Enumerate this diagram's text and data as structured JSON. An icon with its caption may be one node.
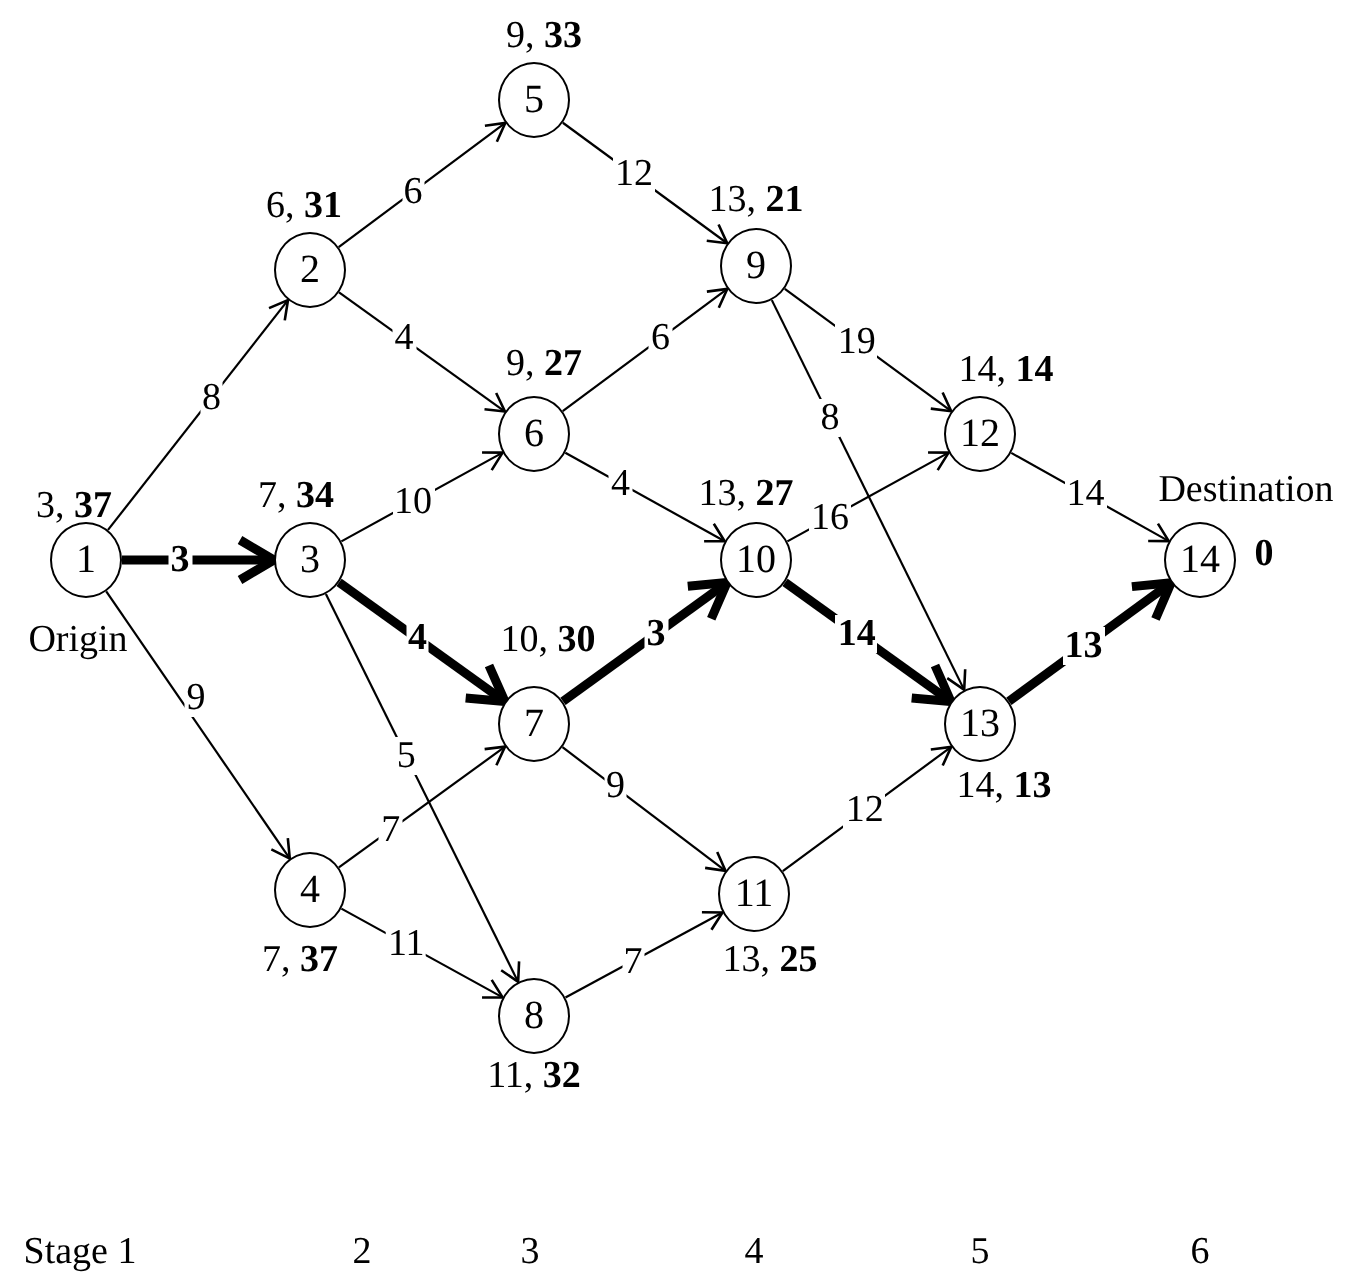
{
  "diagram": {
    "nodes": [
      {
        "text": [
          "1"
        ],
        "beside": [
          "3, **37**",
          "Origin"
        ]
      },
      {
        "text": [
          "2"
        ],
        "beside": [
          "6, **31**"
        ]
      },
      {
        "text": [
          "3"
        ],
        "beside": [
          "7, **34**"
        ]
      },
      {
        "text": [
          "4"
        ],
        "beside": [
          "7, **37**"
        ]
      },
      {
        "text": [
          "5"
        ],
        "beside": [
          "9, **33**"
        ]
      },
      {
        "text": [
          "6"
        ],
        "beside": [
          "9, **27**"
        ]
      },
      {
        "text": [
          "7"
        ],
        "beside": [
          "10, **30**"
        ]
      },
      {
        "text": [
          "8"
        ],
        "beside": [
          "11, **32**"
        ]
      },
      {
        "text": [
          "9"
        ],
        "beside": [
          "13, **21**"
        ]
      },
      {
        "text": [
          "10"
        ],
        "beside": [
          "13, **27**"
        ]
      },
      {
        "text": [
          "11"
        ],
        "beside": [
          "13, **25**"
        ]
      },
      {
        "text": [
          "12"
        ],
        "beside": [
          "14, **14**"
        ]
      },
      {
        "text": [
          "13"
        ],
        "beside": [
          "14, **13**"
        ]
      },
      {
        "text": [
          "14"
        ],
        "beside": [
          "Destination",
          "0"
        ]
      }
    ],
    "edges": [
      {
        "from": 0,
        "to": 1,
        "arrow": "to",
        "label": "8"
      },
      {
        "from": 0,
        "to": 2,
        "arrow": "to",
        "label": "3",
        "style": "thick"
      },
      {
        "from": 0,
        "to": 3,
        "arrow": "to",
        "label": "9"
      },
      {
        "from": 1,
        "to": 4,
        "arrow": "to",
        "label": "6"
      },
      {
        "from": 1,
        "to": 5,
        "arrow": "to",
        "label": "4"
      },
      {
        "from": 2,
        "to": 5,
        "arrow": "to",
        "label": "10"
      },
      {
        "from": 2,
        "to": 6,
        "arrow": "to",
        "label": "4",
        "style": "thick"
      },
      {
        "from": 2,
        "to": 7,
        "arrow": "to",
        "label": "5"
      },
      {
        "from": 3,
        "to": 6,
        "arrow": "to",
        "label": "7"
      },
      {
        "from": 3,
        "to": 7,
        "arrow": "to",
        "label": "11"
      },
      {
        "from": 4,
        "to": 8,
        "arrow": "to",
        "label": "12"
      },
      {
        "from": 5,
        "to": 8,
        "arrow": "to",
        "label": "6"
      },
      {
        "from": 5,
        "to": 9,
        "arrow": "to",
        "label": "4"
      },
      {
        "from": 6,
        "to": 9,
        "arrow": "to",
        "label": "3",
        "style": "thick"
      },
      {
        "from": 6,
        "to": 10,
        "arrow": "to",
        "label": "9"
      },
      {
        "from": 7,
        "to": 10,
        "arrow": "to",
        "label": "7"
      },
      {
        "from": 8,
        "to": 11,
        "arrow": "to",
        "label": "19"
      },
      {
        "from": 8,
        "to": 12,
        "arrow": "to",
        "label": "8"
      },
      {
        "from": 9,
        "to": 11,
        "arrow": "to",
        "label": "16"
      },
      {
        "from": 9,
        "to": 12,
        "arrow": "to",
        "label": "14",
        "style": "thick"
      },
      {
        "from": 10,
        "to": 12,
        "arrow": "to",
        "label": "12"
      },
      {
        "from": 11,
        "to": 13,
        "arrow": "to",
        "label": "14"
      },
      {
        "from": 12,
        "to": 13,
        "arrow": "to",
        "label": "13",
        "style": "thick"
      }
    ],
    "labels": [
      "Stage 1",
      "2",
      "3",
      "4",
      "5",
      "6"
    ]
  }
}
